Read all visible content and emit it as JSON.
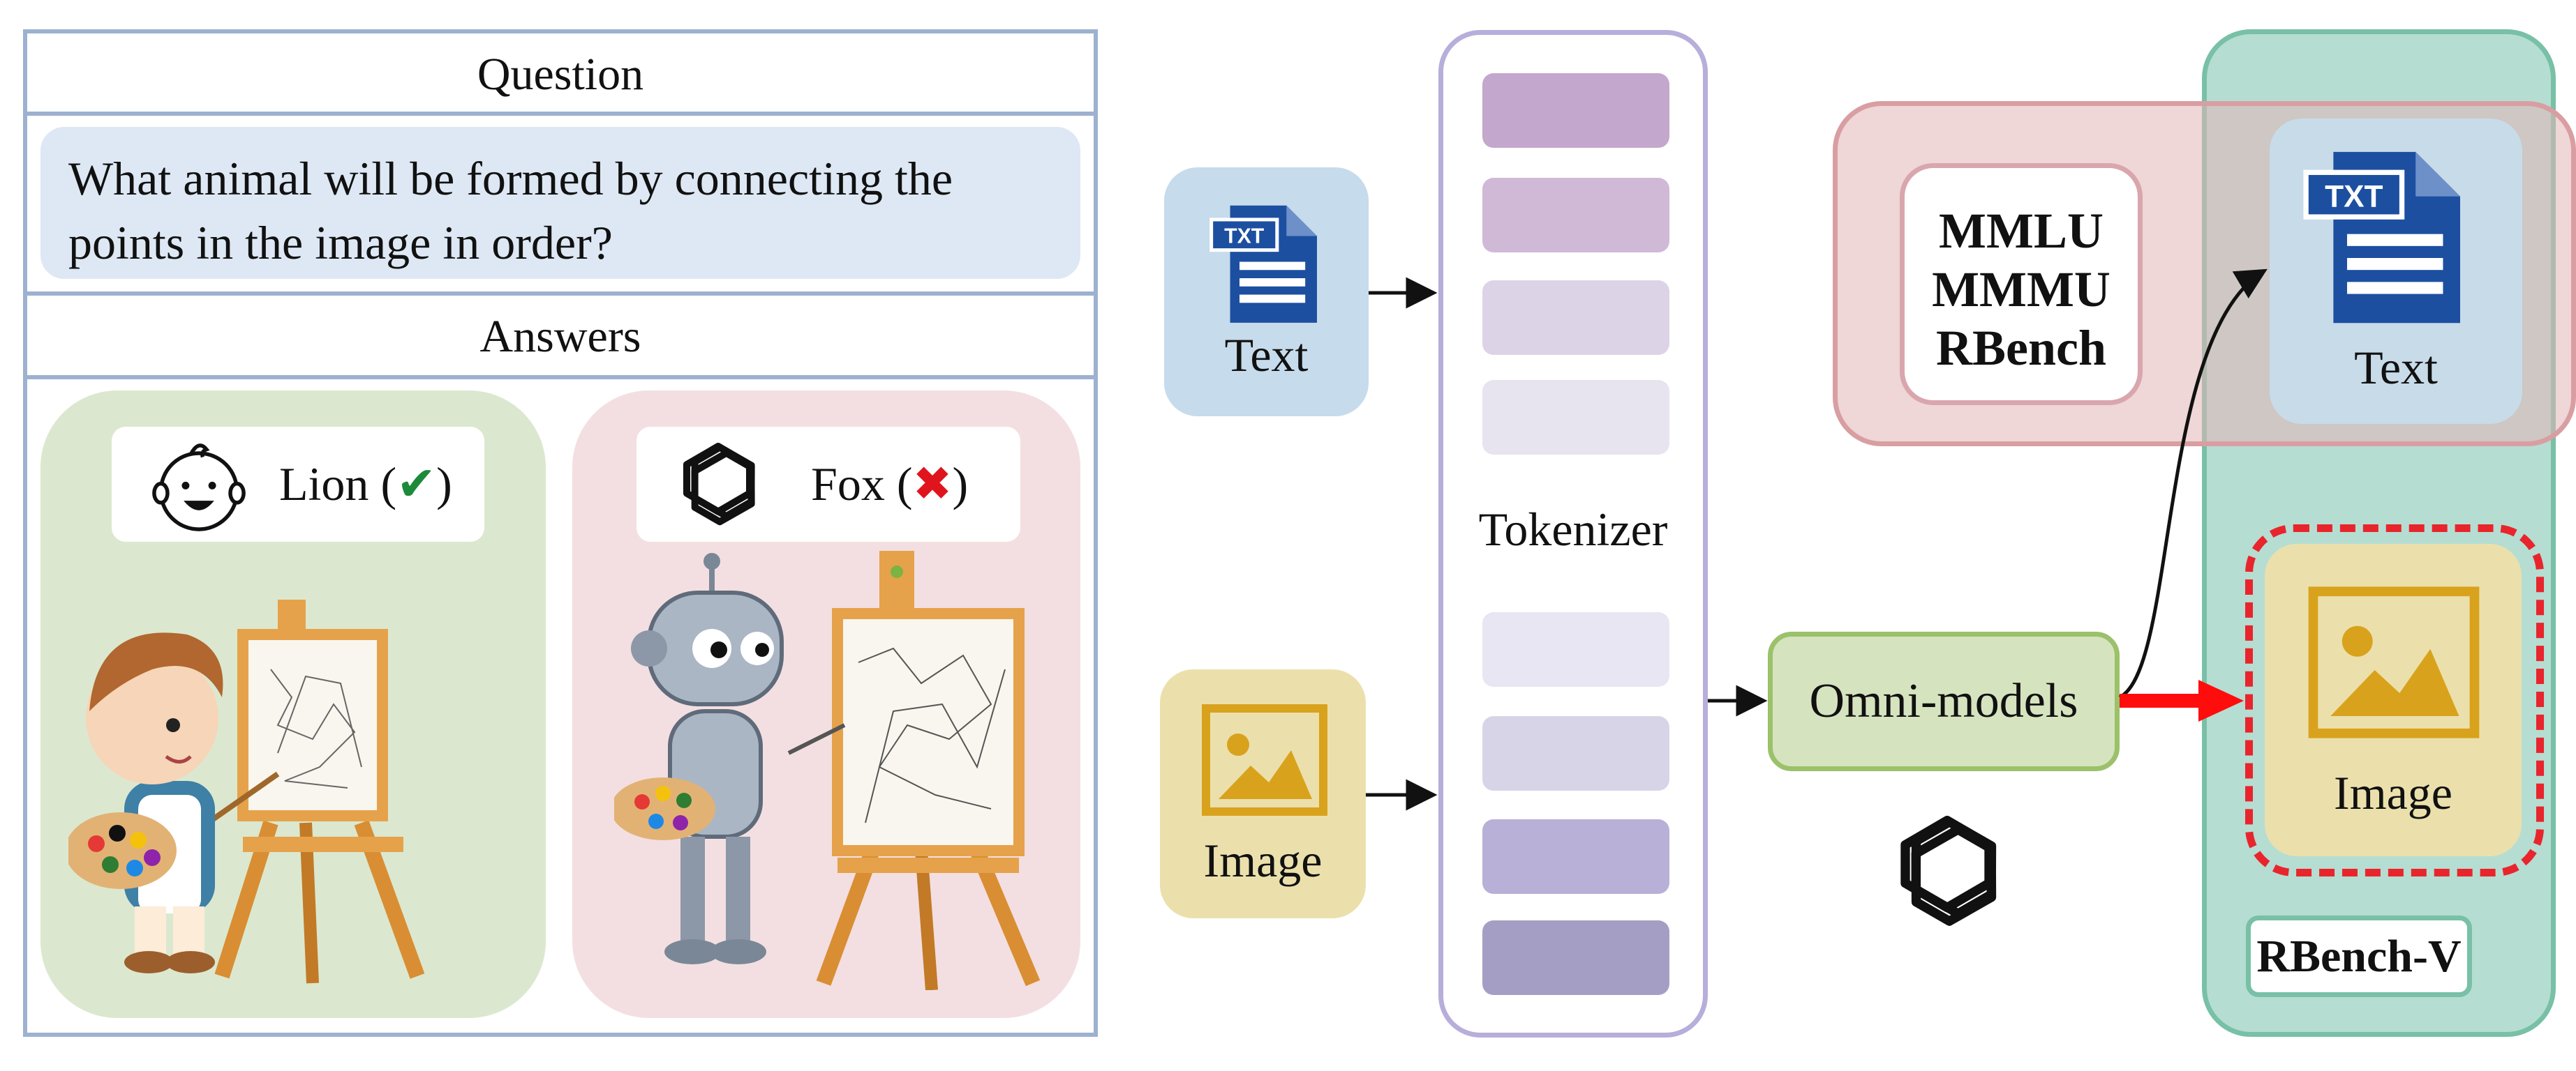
{
  "question_panel": {
    "question_header": "Question",
    "question_text": "What animal will be formed by connecting the points in the image in order?",
    "answers_header": "Answers",
    "answers": [
      {
        "model_icon": "baby-face-icon",
        "animal": "Lion",
        "mark": "✔",
        "mark_color": "#1d8a3a",
        "card_color": "#dbe8cf",
        "correct": true
      },
      {
        "model_icon": "openai-logo-icon",
        "animal": "Fox",
        "mark": "✖",
        "mark_color": "#e0141d",
        "card_color": "#f3dfe1",
        "correct": false
      }
    ]
  },
  "pipeline": {
    "inputs": {
      "text_label": "Text",
      "image_label": "Image",
      "txt_badge": "TXT"
    },
    "tokenizer_label": "Tokenizer",
    "token_colors": [
      "#c4a7cc",
      "#d0b9d6",
      "#ddd3e6",
      "#e7e3ef",
      "#e8e6f2",
      "#d8d4e8",
      "#b8b0d6",
      "#a59ec4"
    ],
    "model_label": "Omni-models",
    "benchmarks_text": [
      "MMLU",
      "MMMU",
      "RBench"
    ],
    "output_text_label": "Text",
    "output_image_label": "Image",
    "benchmark_v_label": "RBench-V",
    "colors": {
      "text_accent": "#1c4fa0",
      "image_accent": "#d9a21c",
      "highlight_arrow": "#ff0d0d"
    }
  }
}
